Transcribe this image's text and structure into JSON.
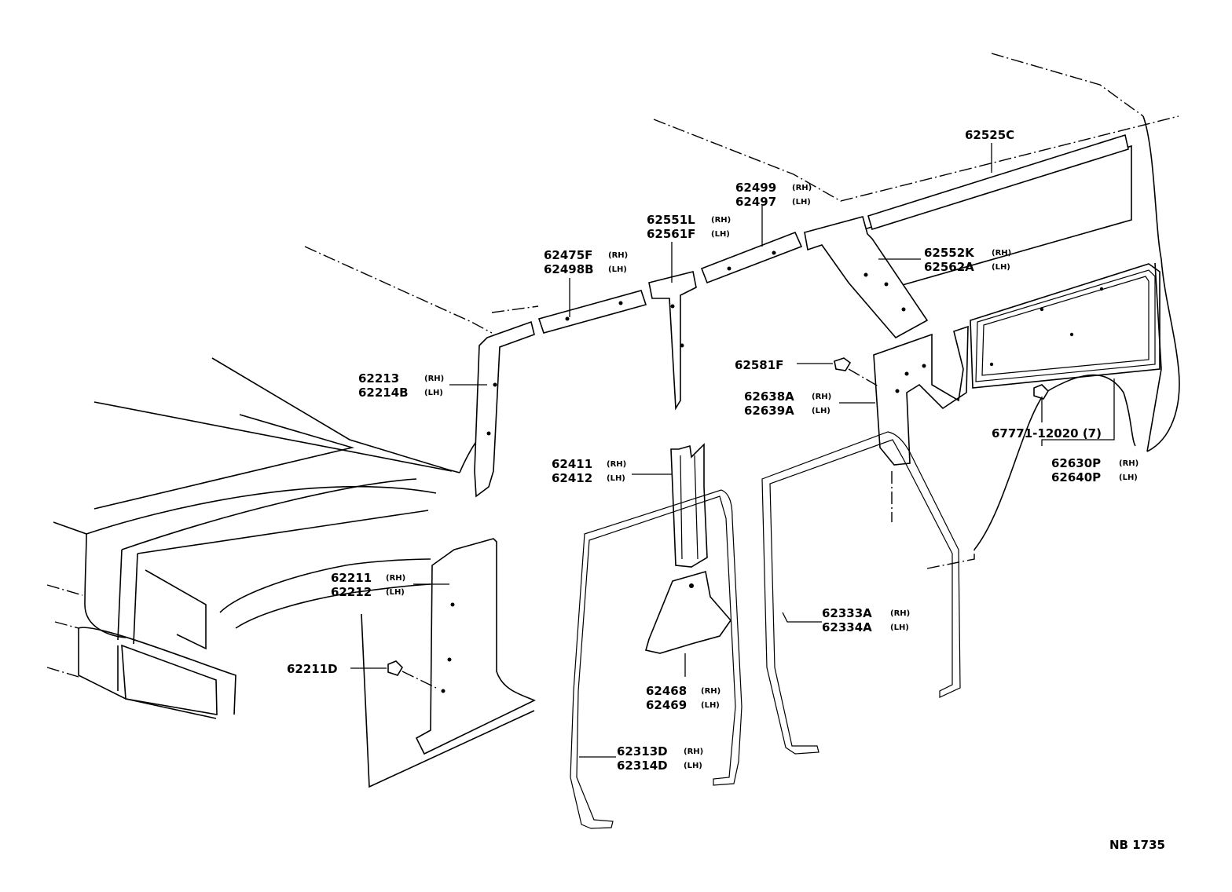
{
  "diagram_id": "NB 1735",
  "callouts": {
    "c62525": {
      "line1": "62525C"
    },
    "c62499": {
      "line1": "62499",
      "side1": "(RH)",
      "line2": "62497",
      "side2": "(LH)"
    },
    "c62551": {
      "line1": "62551L",
      "side1": "(RH)",
      "line2": "62561F",
      "side2": "(LH)"
    },
    "c62475": {
      "line1": "62475F",
      "side1": "(RH)",
      "line2": "62498B",
      "side2": "(LH)"
    },
    "c62552": {
      "line1": "62552K",
      "side1": "(RH)",
      "line2": "62562A",
      "side2": "(LH)"
    },
    "c62581": {
      "line1": "62581F"
    },
    "c62638": {
      "line1": "62638A",
      "side1": "(RH)",
      "line2": "62639A",
      "side2": "(LH)"
    },
    "c62213": {
      "line1": "62213",
      "side1": "(RH)",
      "line2": "62214B",
      "side2": "(LH)"
    },
    "c67771": {
      "line1": "67771-12020 (7)"
    },
    "c62630": {
      "line1": "62630P",
      "side1": "(RH)",
      "line2": "62640P",
      "side2": "(LH)"
    },
    "c62411": {
      "line1": "62411",
      "side1": "(RH)",
      "line2": "62412",
      "side2": "(LH)"
    },
    "c62211": {
      "line1": "62211",
      "side1": "(RH)",
      "line2": "62212",
      "side2": "(LH)"
    },
    "c62333": {
      "line1": "62333A",
      "side1": "(RH)",
      "line2": "62334A",
      "side2": "(LH)"
    },
    "c62211D": {
      "line1": "62211D"
    },
    "c62468": {
      "line1": "62468",
      "side1": "(RH)",
      "line2": "62469",
      "side2": "(LH)"
    },
    "c62313": {
      "line1": "62313D",
      "side1": "(RH)",
      "line2": "62314D",
      "side2": "(LH)"
    }
  }
}
